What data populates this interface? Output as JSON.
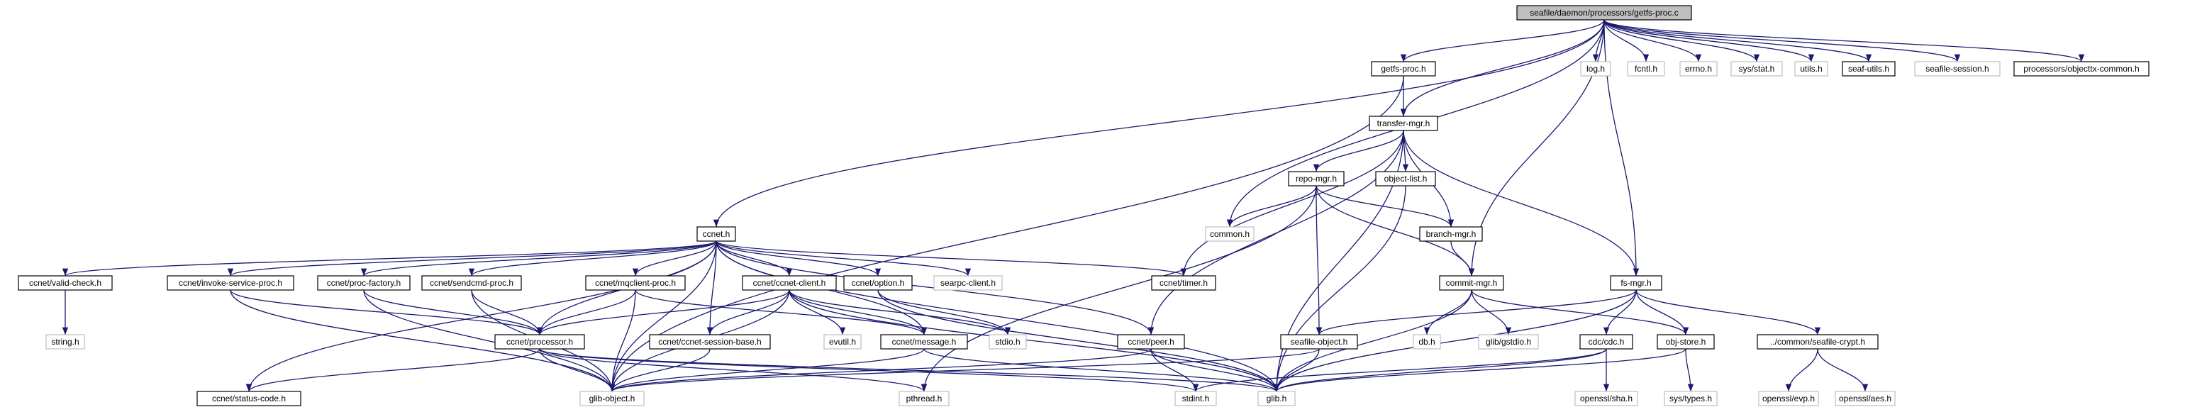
{
  "graph": {
    "root": "seafile/daemon/processors/getfs-proc.c",
    "colors": {
      "edge": "#191970",
      "root_fill": "#bfbfbf",
      "linked_border": "#000000",
      "external_border": "#bfbfbf"
    },
    "nodes": [
      {
        "id": "n_root",
        "label": "seafile/daemon/processors/getfs-proc.c",
        "kind": "root"
      },
      {
        "id": "n_getfsproc_h",
        "label": "getfs-proc.h",
        "kind": "linked"
      },
      {
        "id": "n_log",
        "label": "log.h",
        "kind": "external"
      },
      {
        "id": "n_fcntl",
        "label": "fcntl.h",
        "kind": "external"
      },
      {
        "id": "n_errno",
        "label": "errno.h",
        "kind": "external"
      },
      {
        "id": "n_sysstat",
        "label": "sys/stat.h",
        "kind": "external"
      },
      {
        "id": "n_utils",
        "label": "utils.h",
        "kind": "external"
      },
      {
        "id": "n_seafutils",
        "label": "seaf-utils.h",
        "kind": "linked"
      },
      {
        "id": "n_seafsession",
        "label": "seafile-session.h",
        "kind": "external"
      },
      {
        "id": "n_objcommon",
        "label": "processors/objecttx-common.h",
        "kind": "linked"
      },
      {
        "id": "n_transfer",
        "label": "transfer-mgr.h",
        "kind": "linked"
      },
      {
        "id": "n_repomgr",
        "label": "repo-mgr.h",
        "kind": "linked"
      },
      {
        "id": "n_objlist",
        "label": "object-list.h",
        "kind": "linked"
      },
      {
        "id": "n_common",
        "label": "common.h",
        "kind": "external"
      },
      {
        "id": "n_branch",
        "label": "branch-mgr.h",
        "kind": "linked"
      },
      {
        "id": "n_ccnet",
        "label": "ccnet.h",
        "kind": "linked"
      },
      {
        "id": "n_validcheck",
        "label": "ccnet/valid-check.h",
        "kind": "linked"
      },
      {
        "id": "n_invoke",
        "label": "ccnet/invoke-service-proc.h",
        "kind": "linked"
      },
      {
        "id": "n_procfactory",
        "label": "ccnet/proc-factory.h",
        "kind": "linked"
      },
      {
        "id": "n_sendcmd",
        "label": "ccnet/sendcmd-proc.h",
        "kind": "linked"
      },
      {
        "id": "n_mqclient",
        "label": "ccnet/mqclient-proc.h",
        "kind": "linked"
      },
      {
        "id": "n_ccclient",
        "label": "ccnet/ccnet-client.h",
        "kind": "linked"
      },
      {
        "id": "n_option",
        "label": "ccnet/option.h",
        "kind": "linked"
      },
      {
        "id": "n_searpc",
        "label": "searpc-client.h",
        "kind": "external"
      },
      {
        "id": "n_timer",
        "label": "ccnet/timer.h",
        "kind": "linked"
      },
      {
        "id": "n_commit",
        "label": "commit-mgr.h",
        "kind": "linked"
      },
      {
        "id": "n_fsmgr",
        "label": "fs-mgr.h",
        "kind": "linked"
      },
      {
        "id": "n_string",
        "label": "string.h",
        "kind": "external"
      },
      {
        "id": "n_processor",
        "label": "ccnet/processor.h",
        "kind": "linked"
      },
      {
        "id": "n_sessionbase",
        "label": "ccnet/ccnet-session-base.h",
        "kind": "linked"
      },
      {
        "id": "n_evutil",
        "label": "evutil.h",
        "kind": "external"
      },
      {
        "id": "n_message",
        "label": "ccnet/message.h",
        "kind": "linked"
      },
      {
        "id": "n_stdio",
        "label": "stdio.h",
        "kind": "external"
      },
      {
        "id": "n_peer",
        "label": "ccnet/peer.h",
        "kind": "linked"
      },
      {
        "id": "n_seafobj",
        "label": "seafile-object.h",
        "kind": "linked"
      },
      {
        "id": "n_db",
        "label": "db.h",
        "kind": "external"
      },
      {
        "id": "n_gstdio",
        "label": "glib/gstdio.h",
        "kind": "external"
      },
      {
        "id": "n_cdc",
        "label": "cdc/cdc.h",
        "kind": "linked"
      },
      {
        "id": "n_objstore",
        "label": "obj-store.h",
        "kind": "linked"
      },
      {
        "id": "n_crypt",
        "label": "../common/seafile-crypt.h",
        "kind": "linked"
      },
      {
        "id": "n_statuscode",
        "label": "ccnet/status-code.h",
        "kind": "linked"
      },
      {
        "id": "n_globj",
        "label": "glib-object.h",
        "kind": "external"
      },
      {
        "id": "n_pthread",
        "label": "pthread.h",
        "kind": "external"
      },
      {
        "id": "n_stdint",
        "label": "stdint.h",
        "kind": "external"
      },
      {
        "id": "n_glib",
        "label": "glib.h",
        "kind": "external"
      },
      {
        "id": "n_sha",
        "label": "openssl/sha.h",
        "kind": "external"
      },
      {
        "id": "n_systypes",
        "label": "sys/types.h",
        "kind": "external"
      },
      {
        "id": "n_evp",
        "label": "openssl/evp.h",
        "kind": "external"
      },
      {
        "id": "n_aes",
        "label": "openssl/aes.h",
        "kind": "external"
      }
    ],
    "edges": [
      [
        "n_root",
        "n_getfsproc_h"
      ],
      [
        "n_root",
        "n_log"
      ],
      [
        "n_root",
        "n_fcntl"
      ],
      [
        "n_root",
        "n_errno"
      ],
      [
        "n_root",
        "n_sysstat"
      ],
      [
        "n_root",
        "n_utils"
      ],
      [
        "n_root",
        "n_seafutils"
      ],
      [
        "n_root",
        "n_seafsession"
      ],
      [
        "n_root",
        "n_objcommon"
      ],
      [
        "n_root",
        "n_transfer"
      ],
      [
        "n_root",
        "n_ccnet"
      ],
      [
        "n_root",
        "n_common"
      ],
      [
        "n_root",
        "n_commit"
      ],
      [
        "n_root",
        "n_fsmgr"
      ],
      [
        "n_getfsproc_h",
        "n_transfer"
      ],
      [
        "n_getfsproc_h",
        "n_globj"
      ],
      [
        "n_transfer",
        "n_repomgr"
      ],
      [
        "n_transfer",
        "n_objlist"
      ],
      [
        "n_transfer",
        "n_branch"
      ],
      [
        "n_transfer",
        "n_fsmgr"
      ],
      [
        "n_transfer",
        "n_timer"
      ],
      [
        "n_transfer",
        "n_peer"
      ],
      [
        "n_transfer",
        "n_glib"
      ],
      [
        "n_repomgr",
        "n_common"
      ],
      [
        "n_repomgr",
        "n_branch"
      ],
      [
        "n_repomgr",
        "n_commit"
      ],
      [
        "n_repomgr",
        "n_seafobj"
      ],
      [
        "n_repomgr",
        "n_pthread"
      ],
      [
        "n_objlist",
        "n_glib"
      ],
      [
        "n_branch",
        "n_commit"
      ],
      [
        "n_commit",
        "n_db"
      ],
      [
        "n_commit",
        "n_gstdio"
      ],
      [
        "n_commit",
        "n_objstore"
      ],
      [
        "n_commit",
        "n_glib"
      ],
      [
        "n_fsmgr",
        "n_seafobj"
      ],
      [
        "n_fsmgr",
        "n_cdc"
      ],
      [
        "n_fsmgr",
        "n_objstore"
      ],
      [
        "n_fsmgr",
        "n_crypt"
      ],
      [
        "n_fsmgr",
        "n_glib"
      ],
      [
        "n_seafobj",
        "n_globj"
      ],
      [
        "n_seafobj",
        "n_glib"
      ],
      [
        "n_cdc",
        "n_stdint"
      ],
      [
        "n_cdc",
        "n_sha"
      ],
      [
        "n_cdc",
        "n_glib"
      ],
      [
        "n_objstore",
        "n_systypes"
      ],
      [
        "n_objstore",
        "n_glib"
      ],
      [
        "n_crypt",
        "n_evp"
      ],
      [
        "n_crypt",
        "n_aes"
      ],
      [
        "n_ccnet",
        "n_validcheck"
      ],
      [
        "n_ccnet",
        "n_invoke"
      ],
      [
        "n_ccnet",
        "n_procfactory"
      ],
      [
        "n_ccnet",
        "n_sendcmd"
      ],
      [
        "n_ccnet",
        "n_mqclient"
      ],
      [
        "n_ccnet",
        "n_ccclient"
      ],
      [
        "n_ccnet",
        "n_option"
      ],
      [
        "n_ccnet",
        "n_searpc"
      ],
      [
        "n_ccnet",
        "n_timer"
      ],
      [
        "n_ccnet",
        "n_processor"
      ],
      [
        "n_ccnet",
        "n_sessionbase"
      ],
      [
        "n_ccnet",
        "n_message"
      ],
      [
        "n_ccnet",
        "n_peer"
      ],
      [
        "n_ccnet",
        "n_statuscode"
      ],
      [
        "n_ccnet",
        "n_globj"
      ],
      [
        "n_ccnet",
        "n_glib"
      ],
      [
        "n_validcheck",
        "n_string"
      ],
      [
        "n_invoke",
        "n_processor"
      ],
      [
        "n_invoke",
        "n_globj"
      ],
      [
        "n_procfactory",
        "n_processor"
      ],
      [
        "n_procfactory",
        "n_globj"
      ],
      [
        "n_sendcmd",
        "n_processor"
      ],
      [
        "n_sendcmd",
        "n_globj"
      ],
      [
        "n_mqclient",
        "n_processor"
      ],
      [
        "n_mqclient",
        "n_message"
      ],
      [
        "n_mqclient",
        "n_globj"
      ],
      [
        "n_ccclient",
        "n_processor"
      ],
      [
        "n_ccclient",
        "n_sessionbase"
      ],
      [
        "n_ccclient",
        "n_message"
      ],
      [
        "n_ccclient",
        "n_evutil"
      ],
      [
        "n_ccclient",
        "n_stdio"
      ],
      [
        "n_ccclient",
        "n_globj"
      ],
      [
        "n_ccclient",
        "n_glib"
      ],
      [
        "n_option",
        "n_stdio"
      ],
      [
        "n_option",
        "n_glib"
      ],
      [
        "n_processor",
        "n_statuscode"
      ],
      [
        "n_processor",
        "n_globj"
      ],
      [
        "n_processor",
        "n_glib"
      ],
      [
        "n_processor",
        "n_pthread"
      ],
      [
        "n_processor",
        "n_stdint"
      ],
      [
        "n_sessionbase",
        "n_globj"
      ],
      [
        "n_message",
        "n_globj"
      ],
      [
        "n_message",
        "n_glib"
      ],
      [
        "n_peer",
        "n_globj"
      ],
      [
        "n_peer",
        "n_stdint"
      ],
      [
        "n_peer",
        "n_glib"
      ]
    ]
  }
}
